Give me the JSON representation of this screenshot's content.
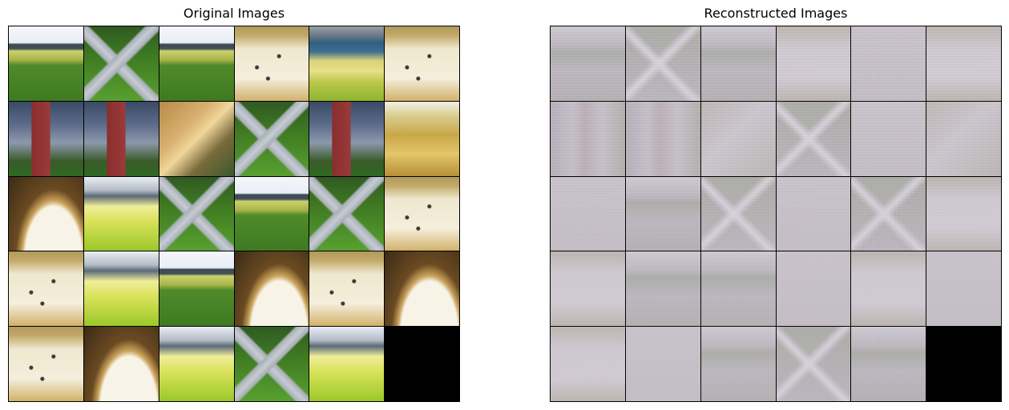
{
  "left_panel": {
    "title": "Original Images",
    "tiles": [
      {
        "scene": "city-icon"
      },
      {
        "scene": "crossroad-icon"
      },
      {
        "scene": "city-icon"
      },
      {
        "scene": "lot-icon"
      },
      {
        "scene": "river-icon"
      },
      {
        "scene": "lot-icon"
      },
      {
        "scene": "building-icon"
      },
      {
        "scene": "building-icon"
      },
      {
        "scene": "slope-icon"
      },
      {
        "scene": "crossroad-icon"
      },
      {
        "scene": "building-icon"
      },
      {
        "scene": "dry-field-icon"
      },
      {
        "scene": "curve-icon"
      },
      {
        "scene": "field-icon"
      },
      {
        "scene": "crossroad-icon"
      },
      {
        "scene": "city-icon"
      },
      {
        "scene": "crossroad-icon"
      },
      {
        "scene": "lot-icon"
      },
      {
        "scene": "lot-icon"
      },
      {
        "scene": "field-icon"
      },
      {
        "scene": "city-icon"
      },
      {
        "scene": "curve-icon"
      },
      {
        "scene": "lot-icon"
      },
      {
        "scene": "curve-icon"
      },
      {
        "scene": "lot-icon"
      },
      {
        "scene": "curve-icon"
      },
      {
        "scene": "field-icon"
      },
      {
        "scene": "crossroad-icon"
      },
      {
        "scene": "field-icon"
      },
      {
        "scene": "empty"
      }
    ]
  },
  "right_panel": {
    "title": "Reconstructed Images",
    "tiles": [
      {
        "scene": "city-icon"
      },
      {
        "scene": "crossroad-icon"
      },
      {
        "scene": "city-icon"
      },
      {
        "scene": "lot-icon"
      },
      {
        "scene": "flat-icon"
      },
      {
        "scene": "lot-icon"
      },
      {
        "scene": "building-icon"
      },
      {
        "scene": "building-icon"
      },
      {
        "scene": "slope-icon"
      },
      {
        "scene": "crossroad-icon"
      },
      {
        "scene": "flat-icon"
      },
      {
        "scene": "slope-icon"
      },
      {
        "scene": "flat-icon"
      },
      {
        "scene": "city-icon"
      },
      {
        "scene": "crossroad-icon"
      },
      {
        "scene": "flat-icon"
      },
      {
        "scene": "crossroad-icon"
      },
      {
        "scene": "lot-icon"
      },
      {
        "scene": "lot-icon"
      },
      {
        "scene": "city-icon"
      },
      {
        "scene": "city-icon"
      },
      {
        "scene": "flat-icon"
      },
      {
        "scene": "lot-icon"
      },
      {
        "scene": "flat-icon"
      },
      {
        "scene": "lot-icon"
      },
      {
        "scene": "flat-icon"
      },
      {
        "scene": "city-icon"
      },
      {
        "scene": "crossroad-icon"
      },
      {
        "scene": "city-icon"
      },
      {
        "scene": "empty"
      }
    ]
  },
  "colors": {
    "background": "#ffffff",
    "empty_tile": "#000000",
    "reconstruction_tint": "#c7c0c9"
  }
}
